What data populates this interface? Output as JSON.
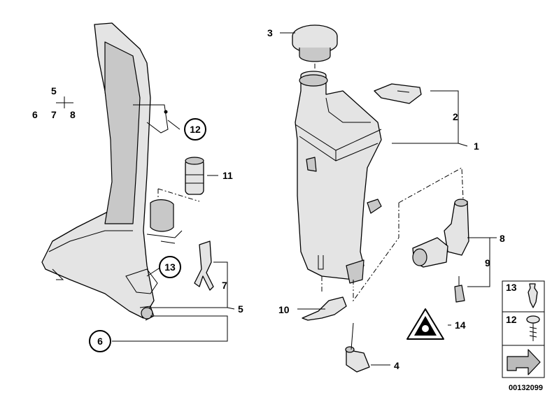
{
  "callouts": {
    "c1": "1",
    "c2": "2",
    "c3": "3",
    "c4": "4",
    "c5a": "5",
    "c5b": "5",
    "c6a": "6",
    "c6b": "6",
    "c7a": "7",
    "c7b": "7",
    "c8a": "8",
    "c8b": "8",
    "c9": "9",
    "c10": "10",
    "c11": "11",
    "c12": "12",
    "c13": "13",
    "c14": "14"
  },
  "legend": {
    "item13": "13",
    "item12": "12"
  },
  "diagram_id": "00132099"
}
